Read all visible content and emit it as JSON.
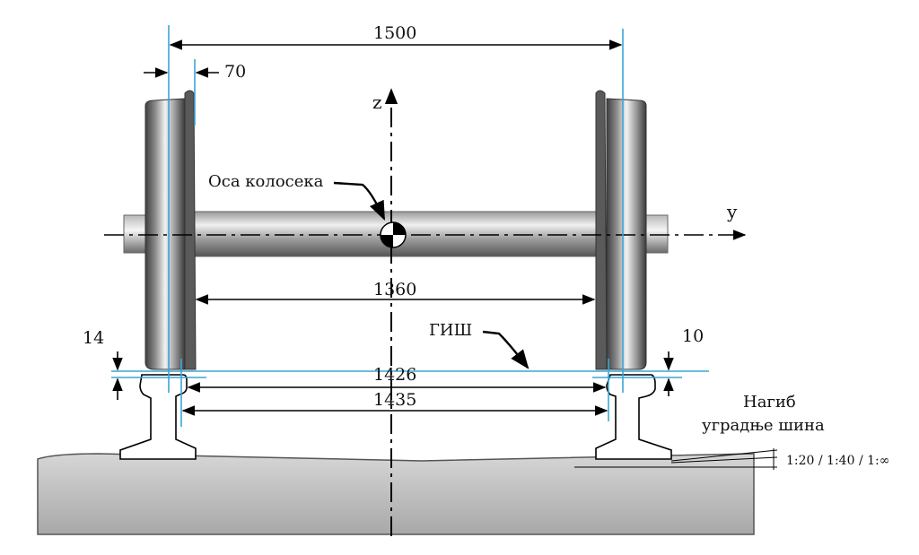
{
  "colors": {
    "guide": "#3aa6d4",
    "wheel_dark": "#4a4a4a",
    "wheel_light": "#e6e6e6",
    "axle_dark": "#5a5a5a",
    "sleeper": "#bdbdbd",
    "line": "#000000"
  },
  "dimensions": {
    "back_gauge": "1500",
    "flange": "70",
    "wheel_inner": "1360",
    "rail_inner": "1426",
    "track_gauge": "1435",
    "left_height": "14",
    "right_height": "10"
  },
  "axes": {
    "z": "z",
    "y": "y"
  },
  "labels": {
    "track_axis": "Оса колосека",
    "rail_head": "ГИШ",
    "inclination_line1": "Нагиб",
    "inclination_line2": "уградње шина",
    "inclination_ratios": "1:20 / 1:40 / 1:∞"
  }
}
